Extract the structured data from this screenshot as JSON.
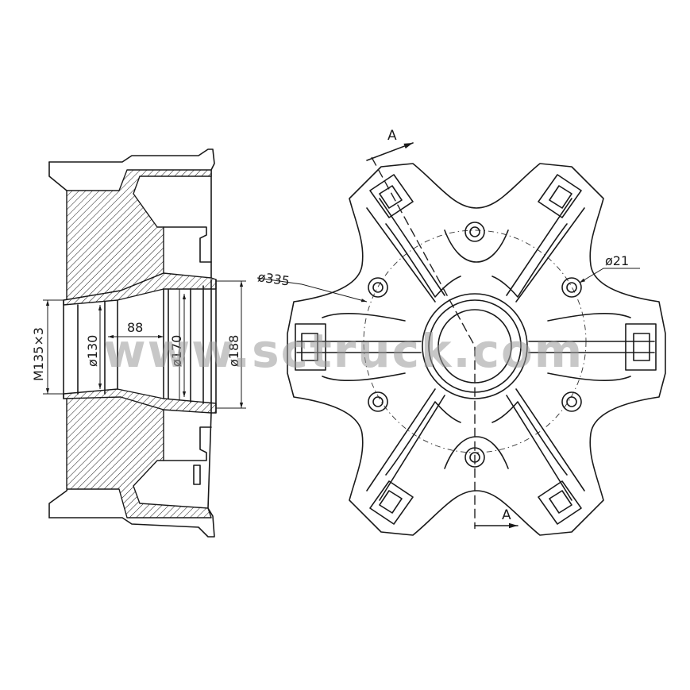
{
  "drawing": {
    "section_letters": [
      "A",
      "A"
    ],
    "dimensions": {
      "thread": "M135×3",
      "bore_small": "ø130",
      "length": "88",
      "bore_mid": "ø170",
      "bore_large": "ø188",
      "pitch_circle": "ø335",
      "bolt_hole": "ø21"
    },
    "watermark": "www.sctruck.com"
  }
}
